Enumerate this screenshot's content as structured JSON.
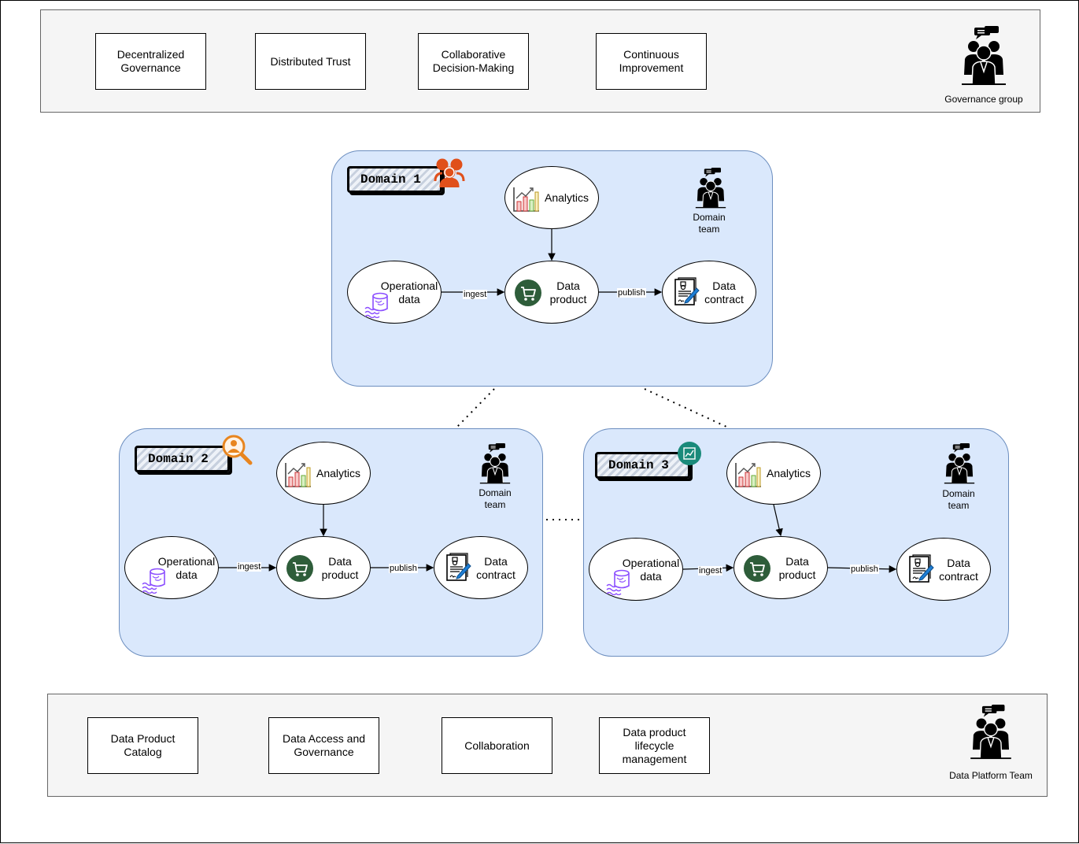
{
  "governance": {
    "principles": [
      "Decentralized\nGovernance",
      "Distributed Trust",
      "Collaborative\nDecision-Making",
      "Continuous\nImprovement"
    ],
    "team_label": "Governance group"
  },
  "platform": {
    "capabilities": [
      "Data Product\nCatalog",
      "Data Access and\nGovernance",
      "Collaboration",
      "Data product\nlifecycle\nmanagement"
    ],
    "team_label": "Data Platform Team"
  },
  "domains": [
    {
      "label": "Domain 1",
      "badge_icon": "people-group-icon",
      "team_label": "Domain\nteam",
      "nodes": {
        "analytics": "Analytics",
        "operational": "Operational\ndata",
        "product": "Data\nproduct",
        "contract": "Data\ncontract"
      },
      "edges": {
        "ingest": "ingest",
        "publish": "publish"
      }
    },
    {
      "label": "Domain 2",
      "badge_icon": "magnifier-person-icon",
      "team_label": "Domain\nteam",
      "nodes": {
        "analytics": "Analytics",
        "operational": "Operational\ndata",
        "product": "Data\nproduct",
        "contract": "Data\ncontract"
      },
      "edges": {
        "ingest": "ingest",
        "publish": "publish"
      }
    },
    {
      "label": "Domain 3",
      "badge_icon": "chart-badge-icon",
      "team_label": "Domain\nteam",
      "nodes": {
        "analytics": "Analytics",
        "operational": "Operational\ndata",
        "product": "Data\nproduct",
        "contract": "Data\ncontract"
      },
      "edges": {
        "ingest": "ingest",
        "publish": "publish"
      }
    }
  ],
  "colors": {
    "domain_fill": "#dae8fc",
    "domain_stroke": "#6c8ebf",
    "band_fill": "#f5f5f5",
    "cart_green": "#2e5d3a",
    "database_purple": "#8c4fff",
    "team_icon": "#000000"
  }
}
